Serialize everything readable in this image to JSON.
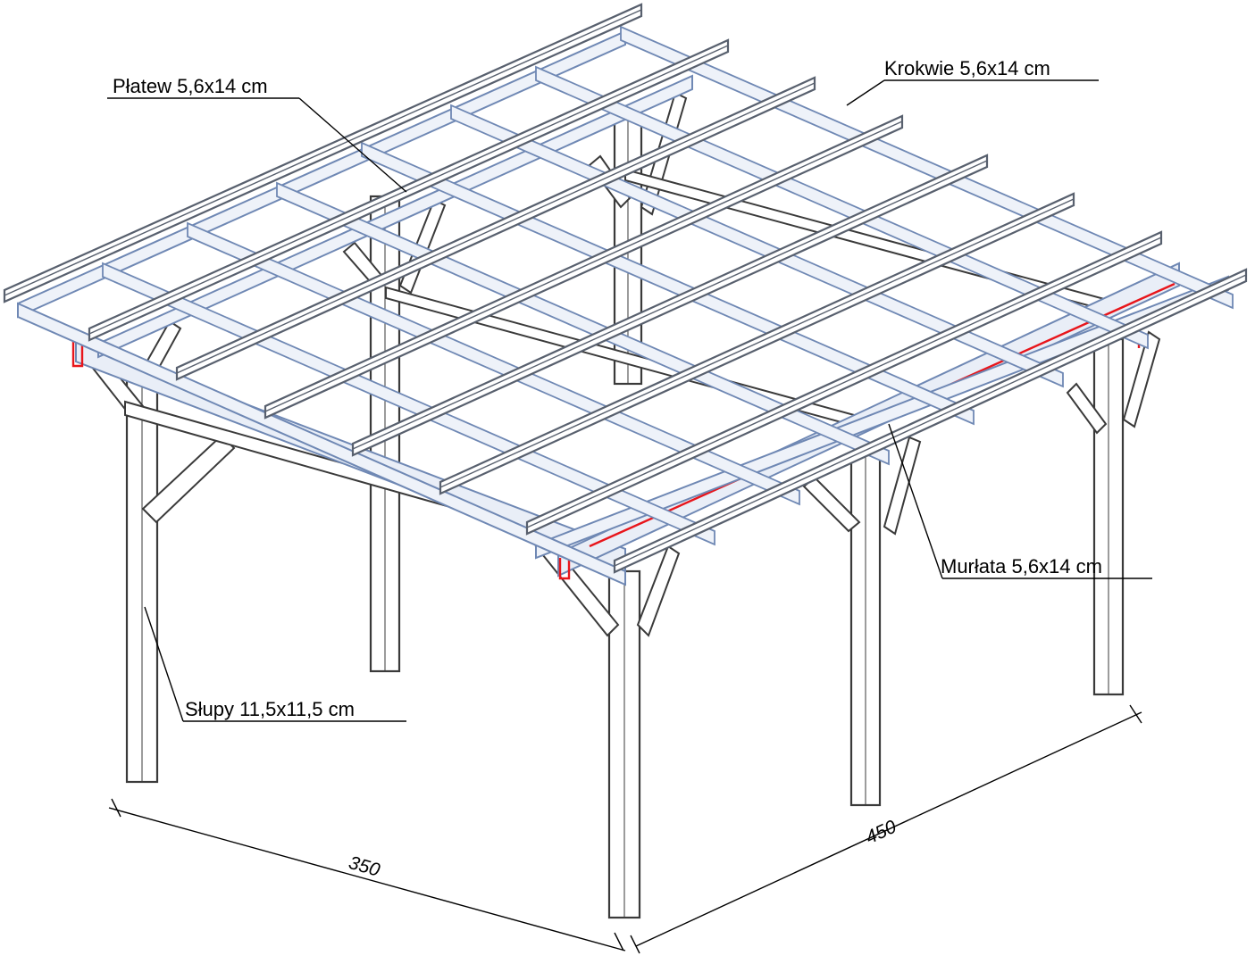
{
  "labels": {
    "platew": "Płatew 5,6x14 cm",
    "krokwie": "Krokwie 5,6x14 cm",
    "murlata": "Murłata 5,6x14 cm",
    "slupy": "Słupy 11,5x11,5 cm"
  },
  "dimensions": {
    "depth": "350",
    "width": "450"
  },
  "colors": {
    "beam": "#6f88b4",
    "beam_fill": "#e9eef7",
    "batten": "#58606e",
    "post": "#3a3a3a",
    "accent": "#e8151b",
    "ink": "#000000"
  }
}
